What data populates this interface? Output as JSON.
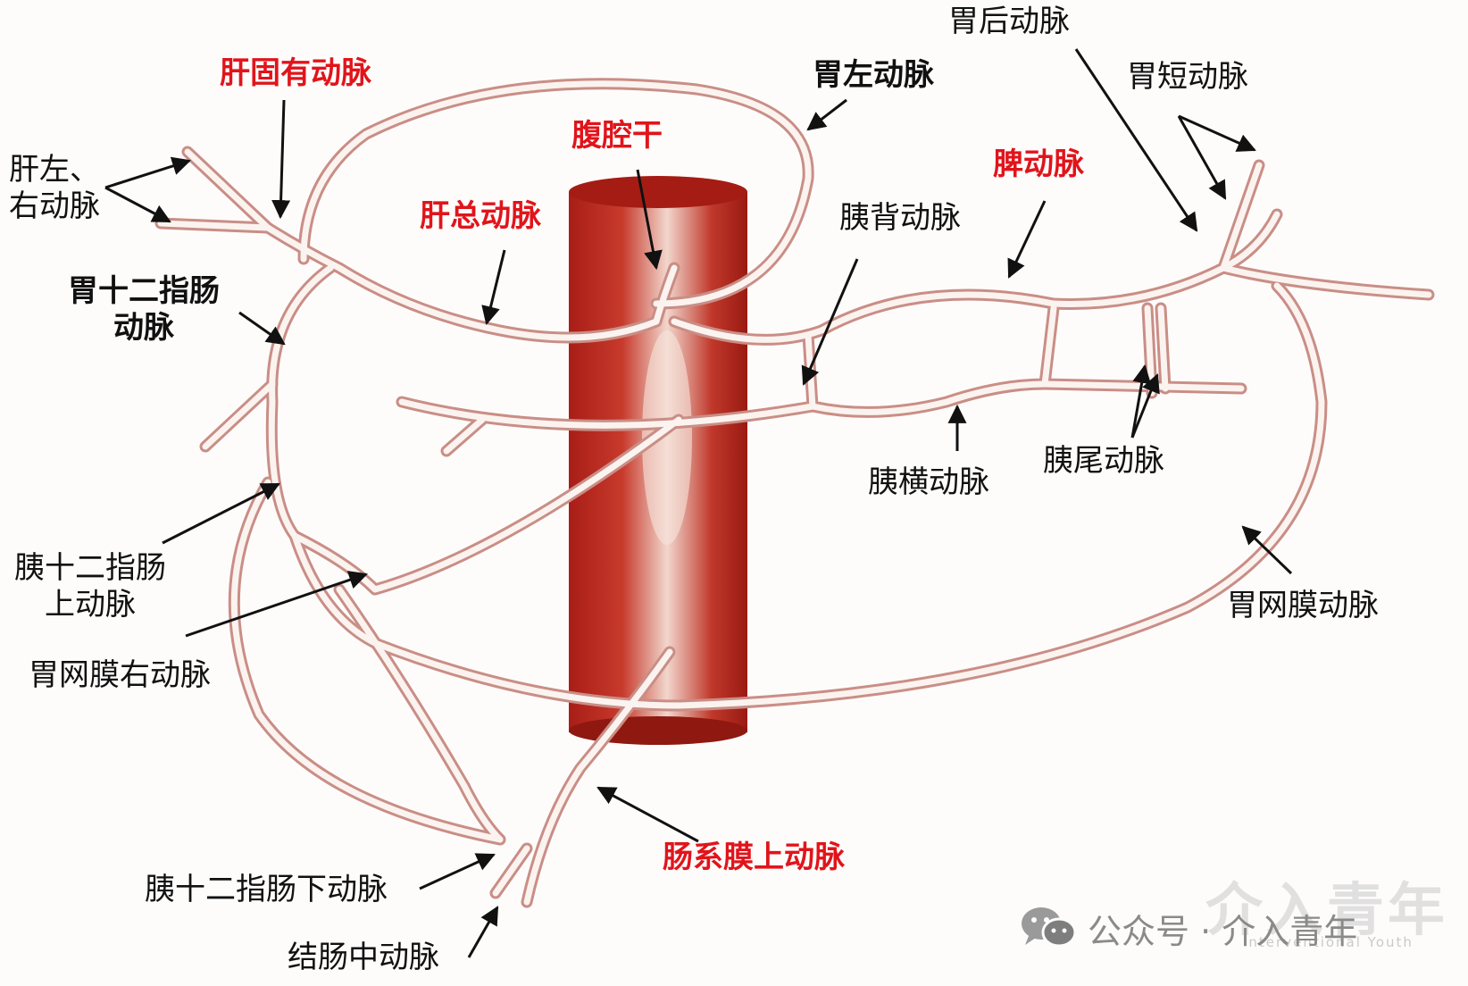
{
  "labels": {
    "hepatic_proper": "肝固有动脉",
    "left_gastric": "胃左动脉",
    "posterior_gastric": "胃后动脉",
    "short_gastric": "胃短动脉",
    "lr_hepatic_line1": "肝左、",
    "lr_hepatic_line2": "右动脉",
    "celiac_trunk": "腹腔干",
    "splenic": "脾动脉",
    "common_hepatic": "肝总动脉",
    "dorsal_pancreatic": "胰背动脉",
    "gastroduodenal_line1": "胃十二指肠",
    "gastroduodenal_line2": "动脉",
    "transverse_pancreatic": "胰横动脉",
    "caudal_pancreatic": "胰尾动脉",
    "sup_pancreaticoduodenal_line1": "胰十二指肠",
    "sup_pancreaticoduodenal_line2": "上动脉",
    "right_gastroepiploic": "胃网膜右动脉",
    "left_gastroepiploic": "胃网膜动脉",
    "sma": "肠系膜上动脉",
    "inf_pancreaticoduodenal": "胰十二指肠下动脉",
    "middle_colic": "结肠中动脉"
  },
  "watermark": {
    "account": "公众号 · 介入青年",
    "title": "介入青年",
    "subtitle": "Interventional Youth",
    "icon": "wechat-icon"
  },
  "colors": {
    "highlight_label": "#e1141b",
    "normal_label": "#111111",
    "vessel": "#c98e86",
    "vessel_fill": "#fbf3ef",
    "aorta": "#b8231b"
  }
}
